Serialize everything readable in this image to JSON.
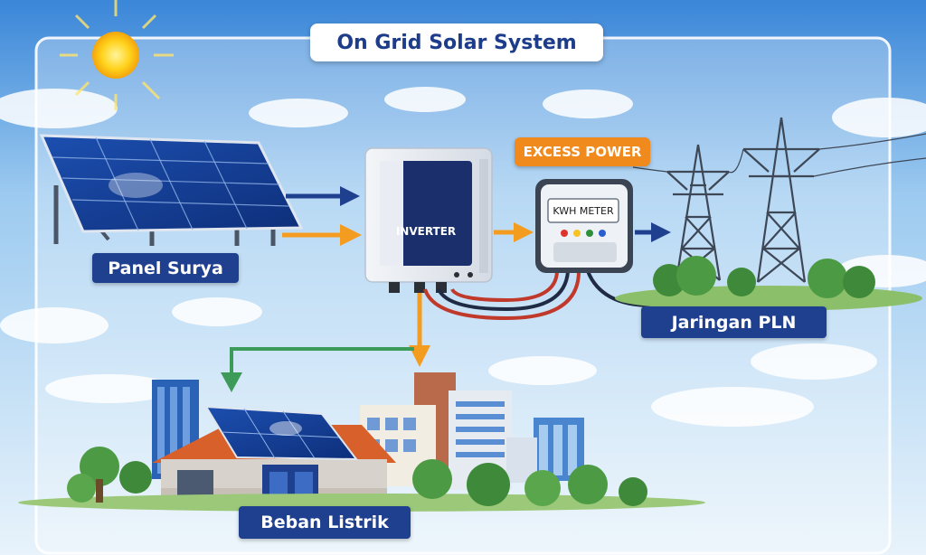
{
  "title": "On Grid Solar System",
  "labels": {
    "panel": "Panel Surya",
    "inverter": "INVERTER",
    "excess": "EXCESS POWER",
    "meter": "KWH METER",
    "grid": "Jaringan PLN",
    "load": "Beban Listrik"
  },
  "colors": {
    "navy": "#1f3f8f",
    "orange_arrow": "#f39c1f",
    "green_arrow": "#3d9b5a",
    "sky": "#bfdcf3"
  }
}
